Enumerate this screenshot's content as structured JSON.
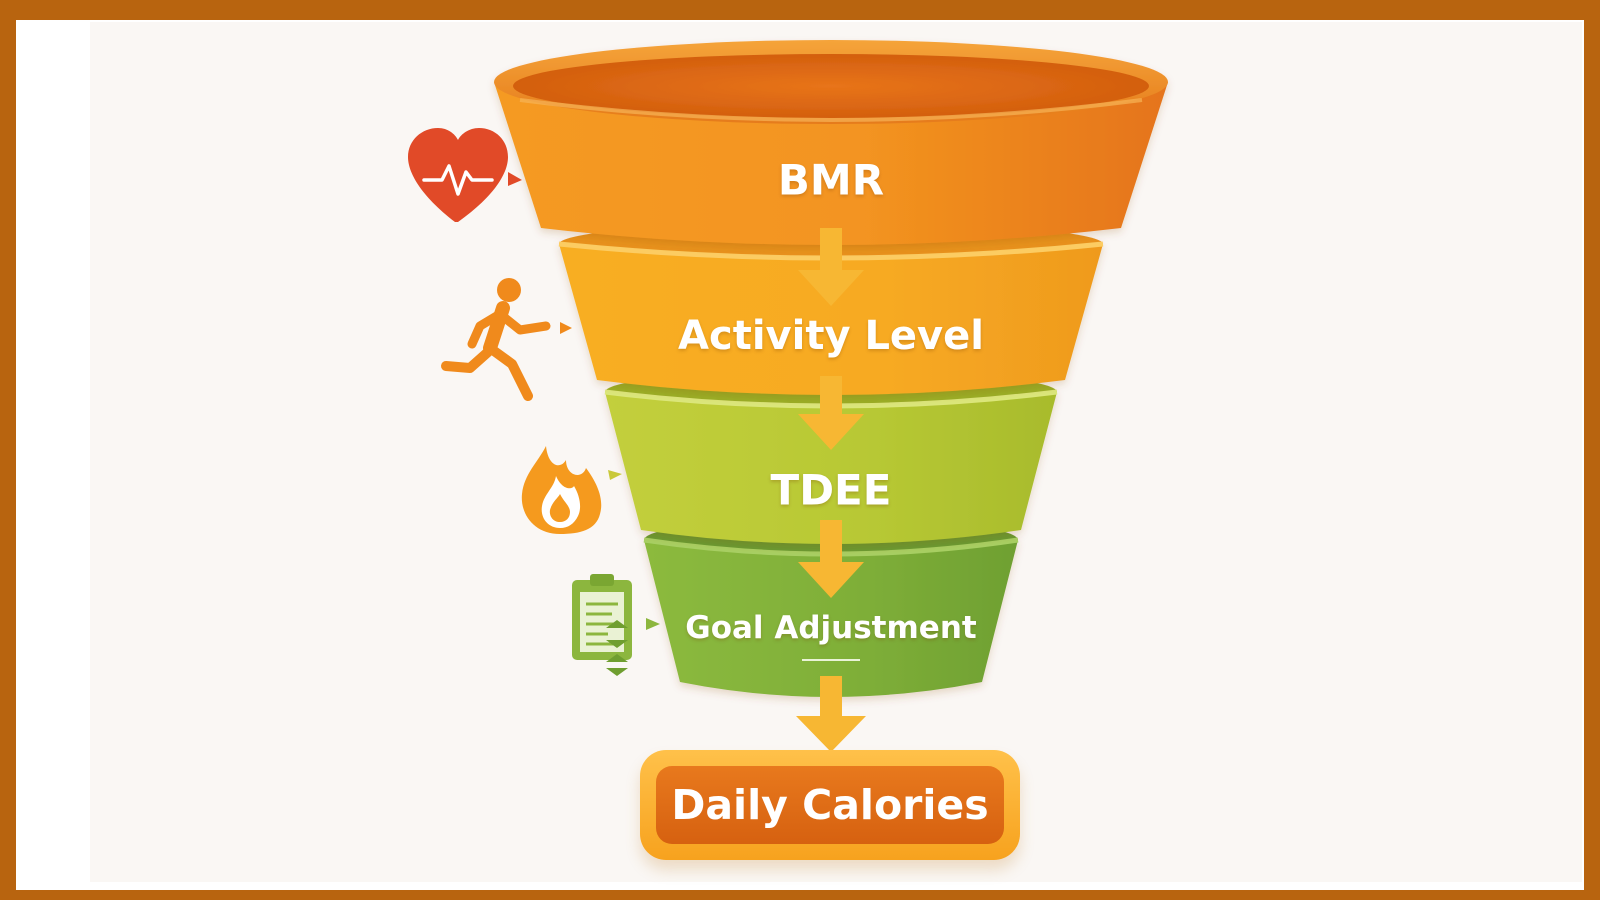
{
  "diagram": {
    "stages": [
      {
        "label": "BMR",
        "icon": "heart-pulse-icon",
        "color": "#f08a1c"
      },
      {
        "label": "Activity Level",
        "icon": "running-person-icon",
        "color": "#f7a823"
      },
      {
        "label": "TDEE",
        "icon": "flame-icon",
        "color": "#b5c734"
      },
      {
        "label": "Goal Adjustment",
        "icon": "clipboard-icon",
        "color": "#7cae3a"
      }
    ],
    "output": {
      "label": "Daily Calories",
      "color": "#e06c14"
    }
  },
  "colors": {
    "frame": "#b8640f",
    "background": "#faf7f4",
    "arrow": "#f7b733"
  }
}
